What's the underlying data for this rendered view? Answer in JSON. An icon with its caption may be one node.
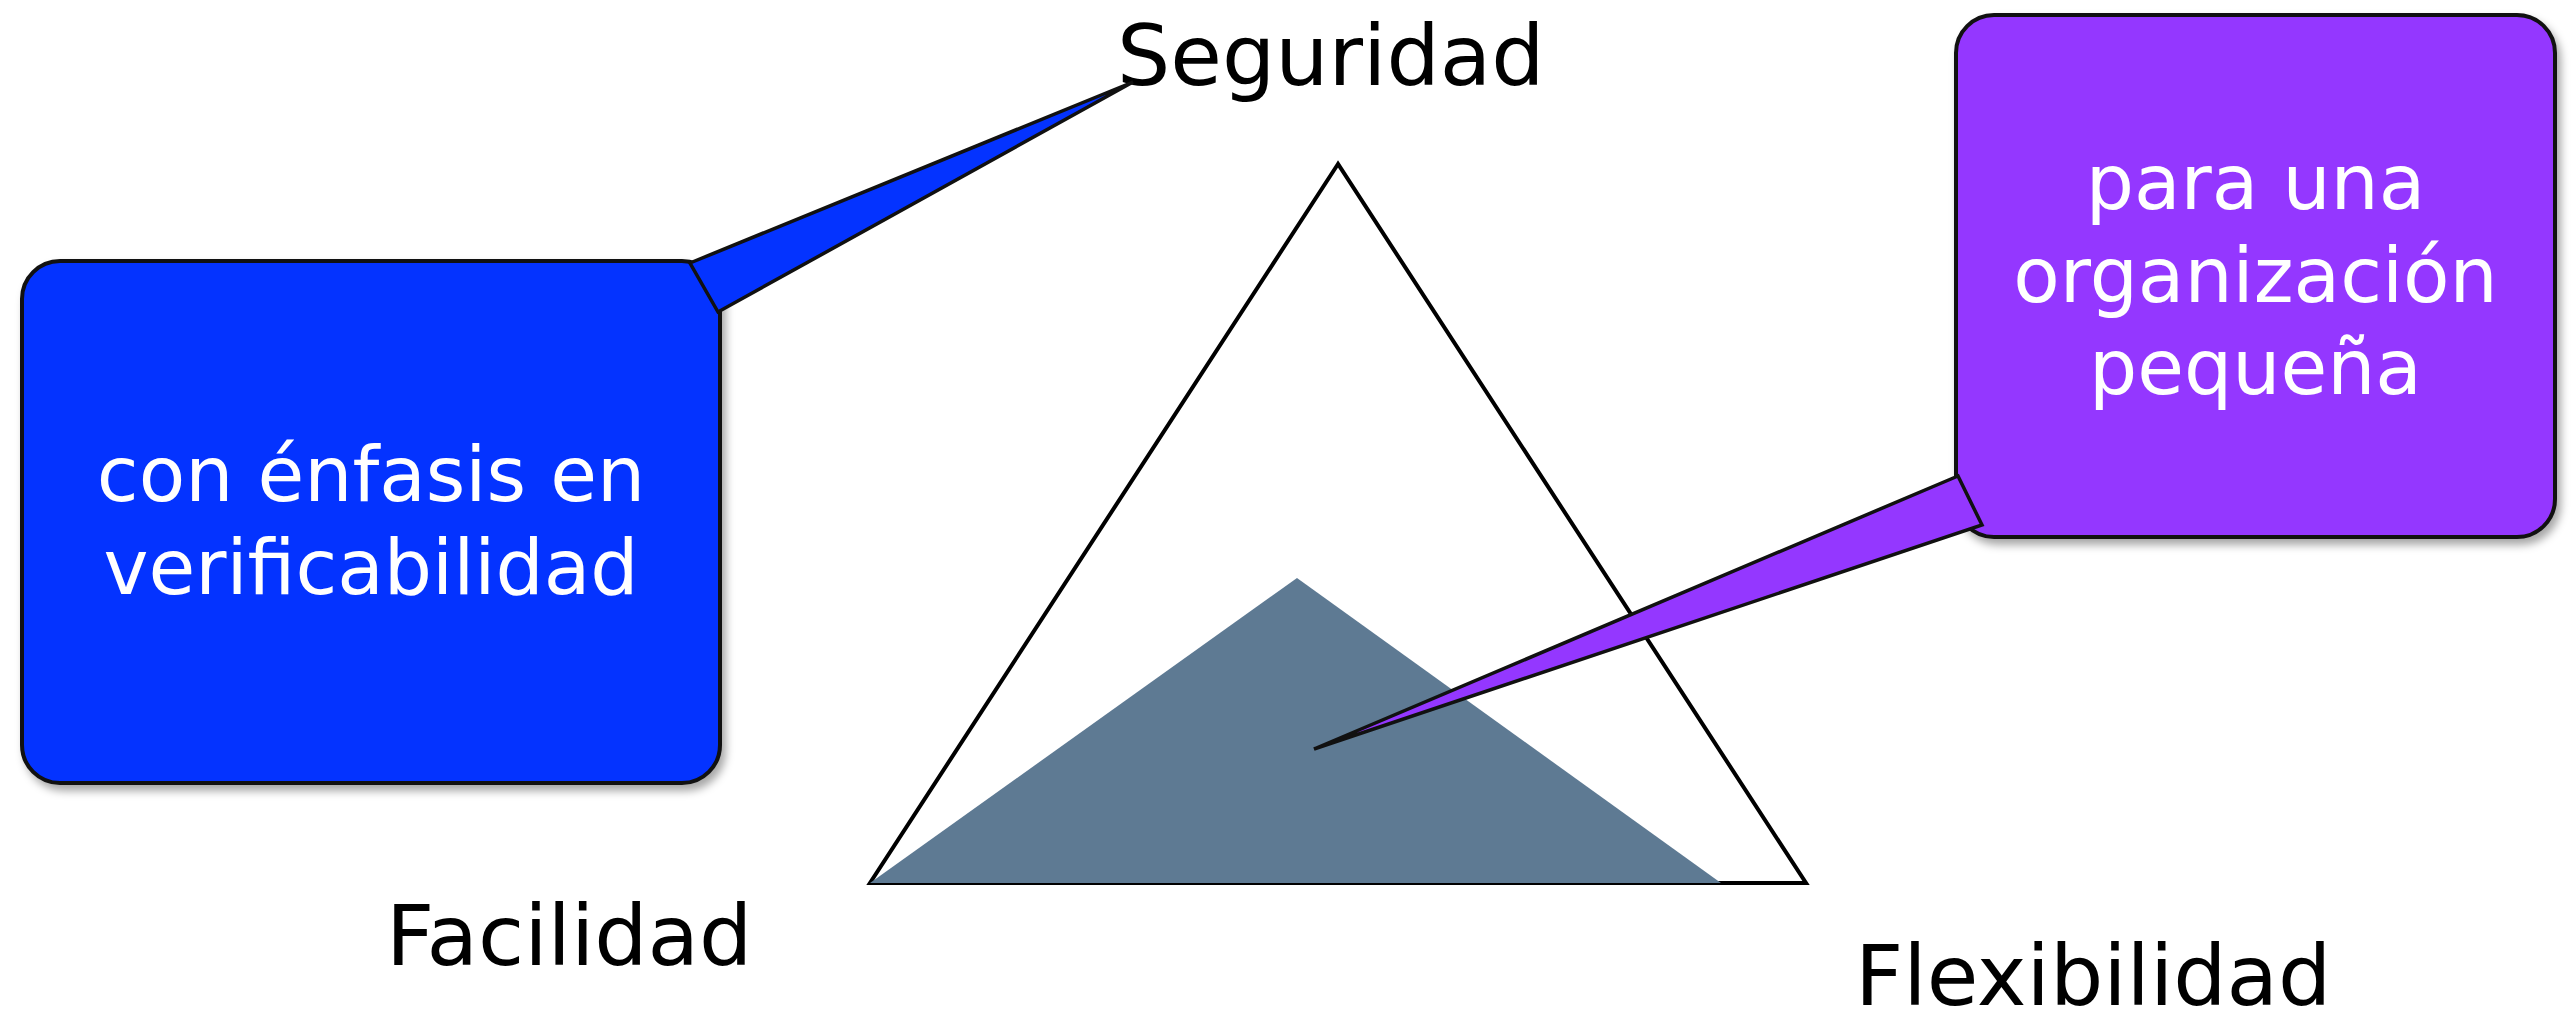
{
  "diagram": {
    "nodes": [
      {
        "text": [
          "Seguridad"
        ]
      },
      {
        "text": [
          "con énfasis en verificabilidad"
        ]
      },
      {
        "text": [
          "para una organización pequeña"
        ]
      },
      {
        "text": [],
        "shape": "triangle"
      }
    ],
    "edges": [
      {
        "from": 1,
        "to": 0,
        "arrow": "none"
      },
      {
        "from": 2,
        "to": 3,
        "arrow": "none"
      }
    ],
    "labels": [
      "Facilidad",
      "Flexibilidad"
    ]
  }
}
